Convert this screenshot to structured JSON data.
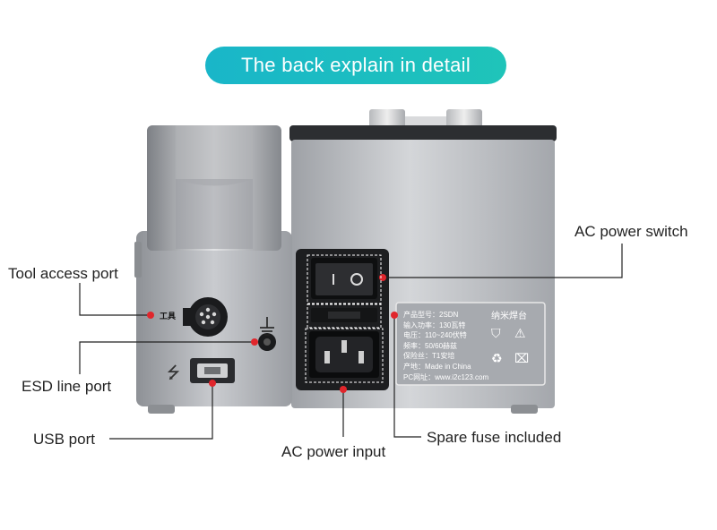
{
  "title": "The back explain in detail",
  "labels": {
    "ac_power_switch": "AC power switch",
    "tool_access_port": "Tool access port",
    "esd_line_port": "ESD line port",
    "usb_port": "USB port",
    "ac_power_input": "AC power input",
    "spare_fuse": "Spare fuse included"
  },
  "device": {
    "port_tag": "工具",
    "brand": "纳米焊台",
    "spec_lines": [
      "产品型号：2SDN",
      "输入功率：130瓦特",
      "电压：110~240伏特",
      "频率：50/60赫兹",
      "保险丝：T1安培",
      "产地：Made in China",
      "PC网址：www.i2c123.com"
    ]
  },
  "colors": {
    "accent": "#1bbcc3",
    "marker": "#e0262c",
    "body": "#a9acb1"
  }
}
